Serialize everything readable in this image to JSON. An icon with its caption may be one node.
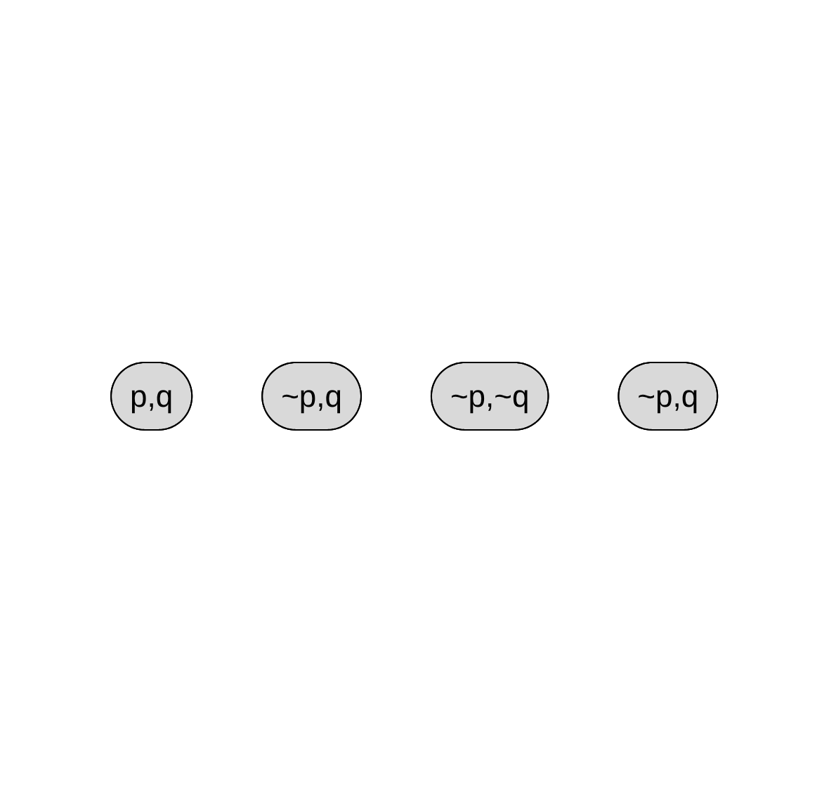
{
  "diagram": {
    "nodes": [
      {
        "text": [
          "p,q"
        ]
      },
      {
        "text": [
          "~p,q"
        ]
      },
      {
        "text": [
          "~p,~q"
        ]
      },
      {
        "text": [
          "~p,q"
        ]
      }
    ],
    "edges": []
  }
}
